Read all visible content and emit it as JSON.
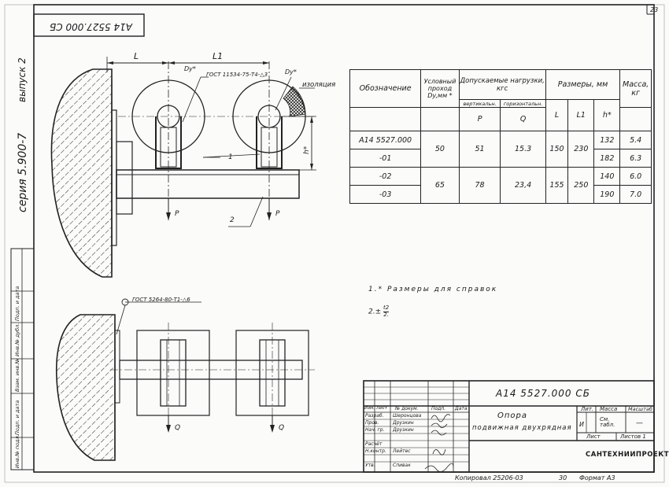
{
  "sheet_number": "23",
  "stamp_code": "А14 5527.000 СБ",
  "side_labels": {
    "vypusk": "выпуск 2",
    "seriya": "серия 5.900-7"
  },
  "left_strip": [
    "Инв.№ подл.",
    "Подп. и дата",
    "Взам. инв.№",
    "Инв.№ дубл.",
    "Подп. и дата"
  ],
  "drawing": {
    "dim_L": "L",
    "dim_L1": "L1",
    "gost_weld_top": "ГОСТ 11534-75-Т4-△3",
    "dy1": "Dy*",
    "dy2": "Dy*",
    "izolyaciya": "изоляция",
    "dim_h": "h*",
    "leader_1": "1",
    "leader_2": "2",
    "load_P1": "P",
    "load_P2": "P",
    "gost_weld_bottom": "ГОСТ 5264-80-Т1-△6",
    "load_Q1": "Q",
    "load_Q2": "Q"
  },
  "notes": {
    "note1": "1.* Размеры для справок",
    "note2_prefix": "2.",
    "note2_sym": "±",
    "note2_frac_num": "t2",
    "note2_frac_den": "2."
  },
  "spec_table": {
    "h_designation": "Обозначение",
    "h_passage": "Условный проход Dy,мм *",
    "h_loads": "Допускаемые нагрузки, кгс",
    "h_vertical": "вертикальн.",
    "h_horizontal": "горизонтальн.",
    "h_sizes": "Размеры, мм",
    "h_mass": "Масса, кг",
    "h_P": "P",
    "h_Q": "Q",
    "h_L": "L",
    "h_L1": "L1",
    "h_h": "h*",
    "rows": [
      {
        "des": "А14 5527.000",
        "dy": "50",
        "p": "51",
        "q": "15.3",
        "l": "150",
        "l1": "230",
        "h": "132",
        "m": "5.4"
      },
      {
        "des": "-01",
        "h": "182",
        "m": "6.3"
      },
      {
        "des": "-02",
        "dy": "65",
        "p": "78",
        "q": "23,4",
        "l": "155",
        "l1": "250",
        "h": "140",
        "m": "6.0"
      },
      {
        "des": "-03",
        "h": "190",
        "m": "7.0"
      }
    ]
  },
  "title_block": {
    "code": "А14 5527.000 СБ",
    "name_line1": "Опора",
    "name_line2": "подвижная двухрядная",
    "lit_label": "Лит.",
    "lit_value": "И",
    "mass_label": "Масса",
    "mass_value": "См. табл.",
    "scale_label": "Масштаб",
    "scale_value": "—",
    "sheet_label": "Лист",
    "sheets_label": "Листов 1",
    "org": "САНТЕХНИИПРОЕКТ",
    "col_headers": [
      "Изм.",
      "Лист",
      "№ докум.",
      "Подп.",
      "Дата"
    ],
    "roles": [
      "Разраб.",
      "Пров.",
      "Нач. гр.",
      "Расчёт",
      "Н.контр.",
      "Утв."
    ],
    "names": [
      "Шеронцова",
      "Друзкин",
      "Друзкин",
      "",
      "Лейтес",
      "Спивак"
    ]
  },
  "footer": {
    "copied": "Копировал 25206-03",
    "num": "30",
    "format": "Формат А3"
  }
}
